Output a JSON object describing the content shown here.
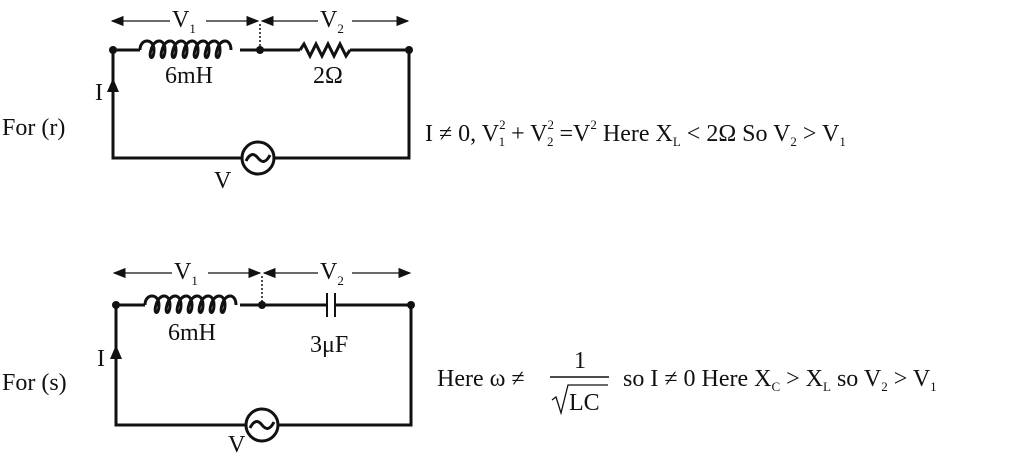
{
  "part_r": {
    "label": "For (r)",
    "v1": "V",
    "v1_sub": "1",
    "v2": "V",
    "v2_sub": "2",
    "inductor": "6mH",
    "resistor": "2Ω",
    "current": "I",
    "source": "V",
    "eq": {
      "a": "I ≠ 0, V",
      "a_sub": "1",
      "a_sup": "2",
      "b": " + V",
      "b_sub": "2",
      "b_sup": "2",
      "c": " =V",
      "c_sup": "2",
      "d": "  Here X",
      "d_sub": "L",
      "e": " < 2Ω  So V",
      "e_sub": "2",
      "f": " > V",
      "f_sub": "1"
    }
  },
  "part_s": {
    "label": "For (s)",
    "v1": "V",
    "v1_sub": "1",
    "v2": "V",
    "v2_sub": "2",
    "inductor": "6mH",
    "capacitor": "3μF",
    "current": "I",
    "source": "V",
    "eq": {
      "a": "Here ω ≠",
      "num": "1",
      "den": "LC",
      "b": "so I ≠ 0 Here X",
      "b_sub": "C",
      "c": " > X",
      "c_sub": "L",
      "d": "  so V",
      "d_sub": "2",
      "e": " > V",
      "e_sub": "1"
    }
  }
}
